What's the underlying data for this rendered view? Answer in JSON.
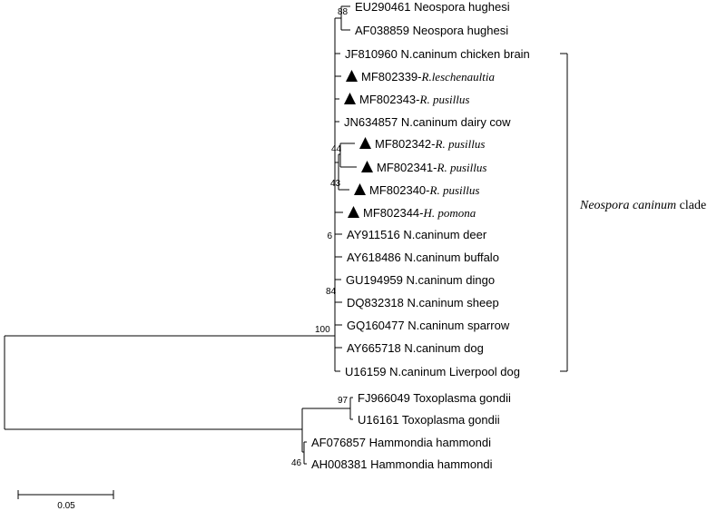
{
  "taxa": [
    {
      "id": "EU290461",
      "plain": " Neospora hughesi",
      "ital": "",
      "marker": false
    },
    {
      "id": "AF038859",
      "plain": " Neospora hughesi",
      "ital": "",
      "marker": false
    },
    {
      "id": "JF810960",
      "plain": " N.caninum chicken brain",
      "ital": "",
      "marker": false
    },
    {
      "id": "MF802339",
      "plain": "-",
      "ital": "R.leschenaultia",
      "marker": true
    },
    {
      "id": "MF802343",
      "plain": "-",
      "ital": "R. pusillus",
      "marker": true
    },
    {
      "id": "JN634857",
      "plain": " N.caninum dairy cow",
      "ital": "",
      "marker": false
    },
    {
      "id": "MF802342",
      "plain": "-",
      "ital": "R. pusillus",
      "marker": true
    },
    {
      "id": "MF802341",
      "plain": "-",
      "ital": "R. pusillus",
      "marker": true
    },
    {
      "id": "MF802340",
      "plain": "-",
      "ital": "R. pusillus",
      "marker": true
    },
    {
      "id": "MF802344",
      "plain": "-",
      "ital": "H. pomona",
      "marker": true
    },
    {
      "id": "AY911516",
      "plain": " N.caninum deer",
      "ital": "",
      "marker": false
    },
    {
      "id": "AY618486",
      "plain": " N.caninum buffalo",
      "ital": "",
      "marker": false
    },
    {
      "id": "GU194959",
      "plain": " N.caninum dingo",
      "ital": "",
      "marker": false
    },
    {
      "id": "DQ832318",
      "plain": " N.caninum sheep",
      "ital": "",
      "marker": false
    },
    {
      "id": "GQ160477",
      "plain": " N.caninum sparrow",
      "ital": "",
      "marker": false
    },
    {
      "id": "AY665718",
      "plain": " N.caninum dog",
      "ital": "",
      "marker": false
    },
    {
      "id": "U16159",
      "plain": " N.caninum Liverpool dog",
      "ital": "",
      "marker": false
    },
    {
      "id": "FJ966049",
      "plain": " Toxoplasma gondii",
      "ital": "",
      "marker": false
    },
    {
      "id": "U16161",
      "plain": " Toxoplasma gondii",
      "ital": "",
      "marker": false
    },
    {
      "id": "AF076857",
      "plain": " Hammondia hammondi",
      "ital": "",
      "marker": false
    },
    {
      "id": "AH008381",
      "plain": " Hammondia hammondi",
      "ital": "",
      "marker": false
    }
  ],
  "bootstrap": {
    "hughesi": "88",
    "inner_top": "44",
    "inner_bottom": "43",
    "deer": "6",
    "caninum": "84",
    "neospora": "100",
    "toxoplasma": "97",
    "hammondia": "46"
  },
  "clade_label": {
    "italic": "Neospora caninum",
    "plain": " clade"
  },
  "scale_bar": {
    "value": "0.05"
  }
}
